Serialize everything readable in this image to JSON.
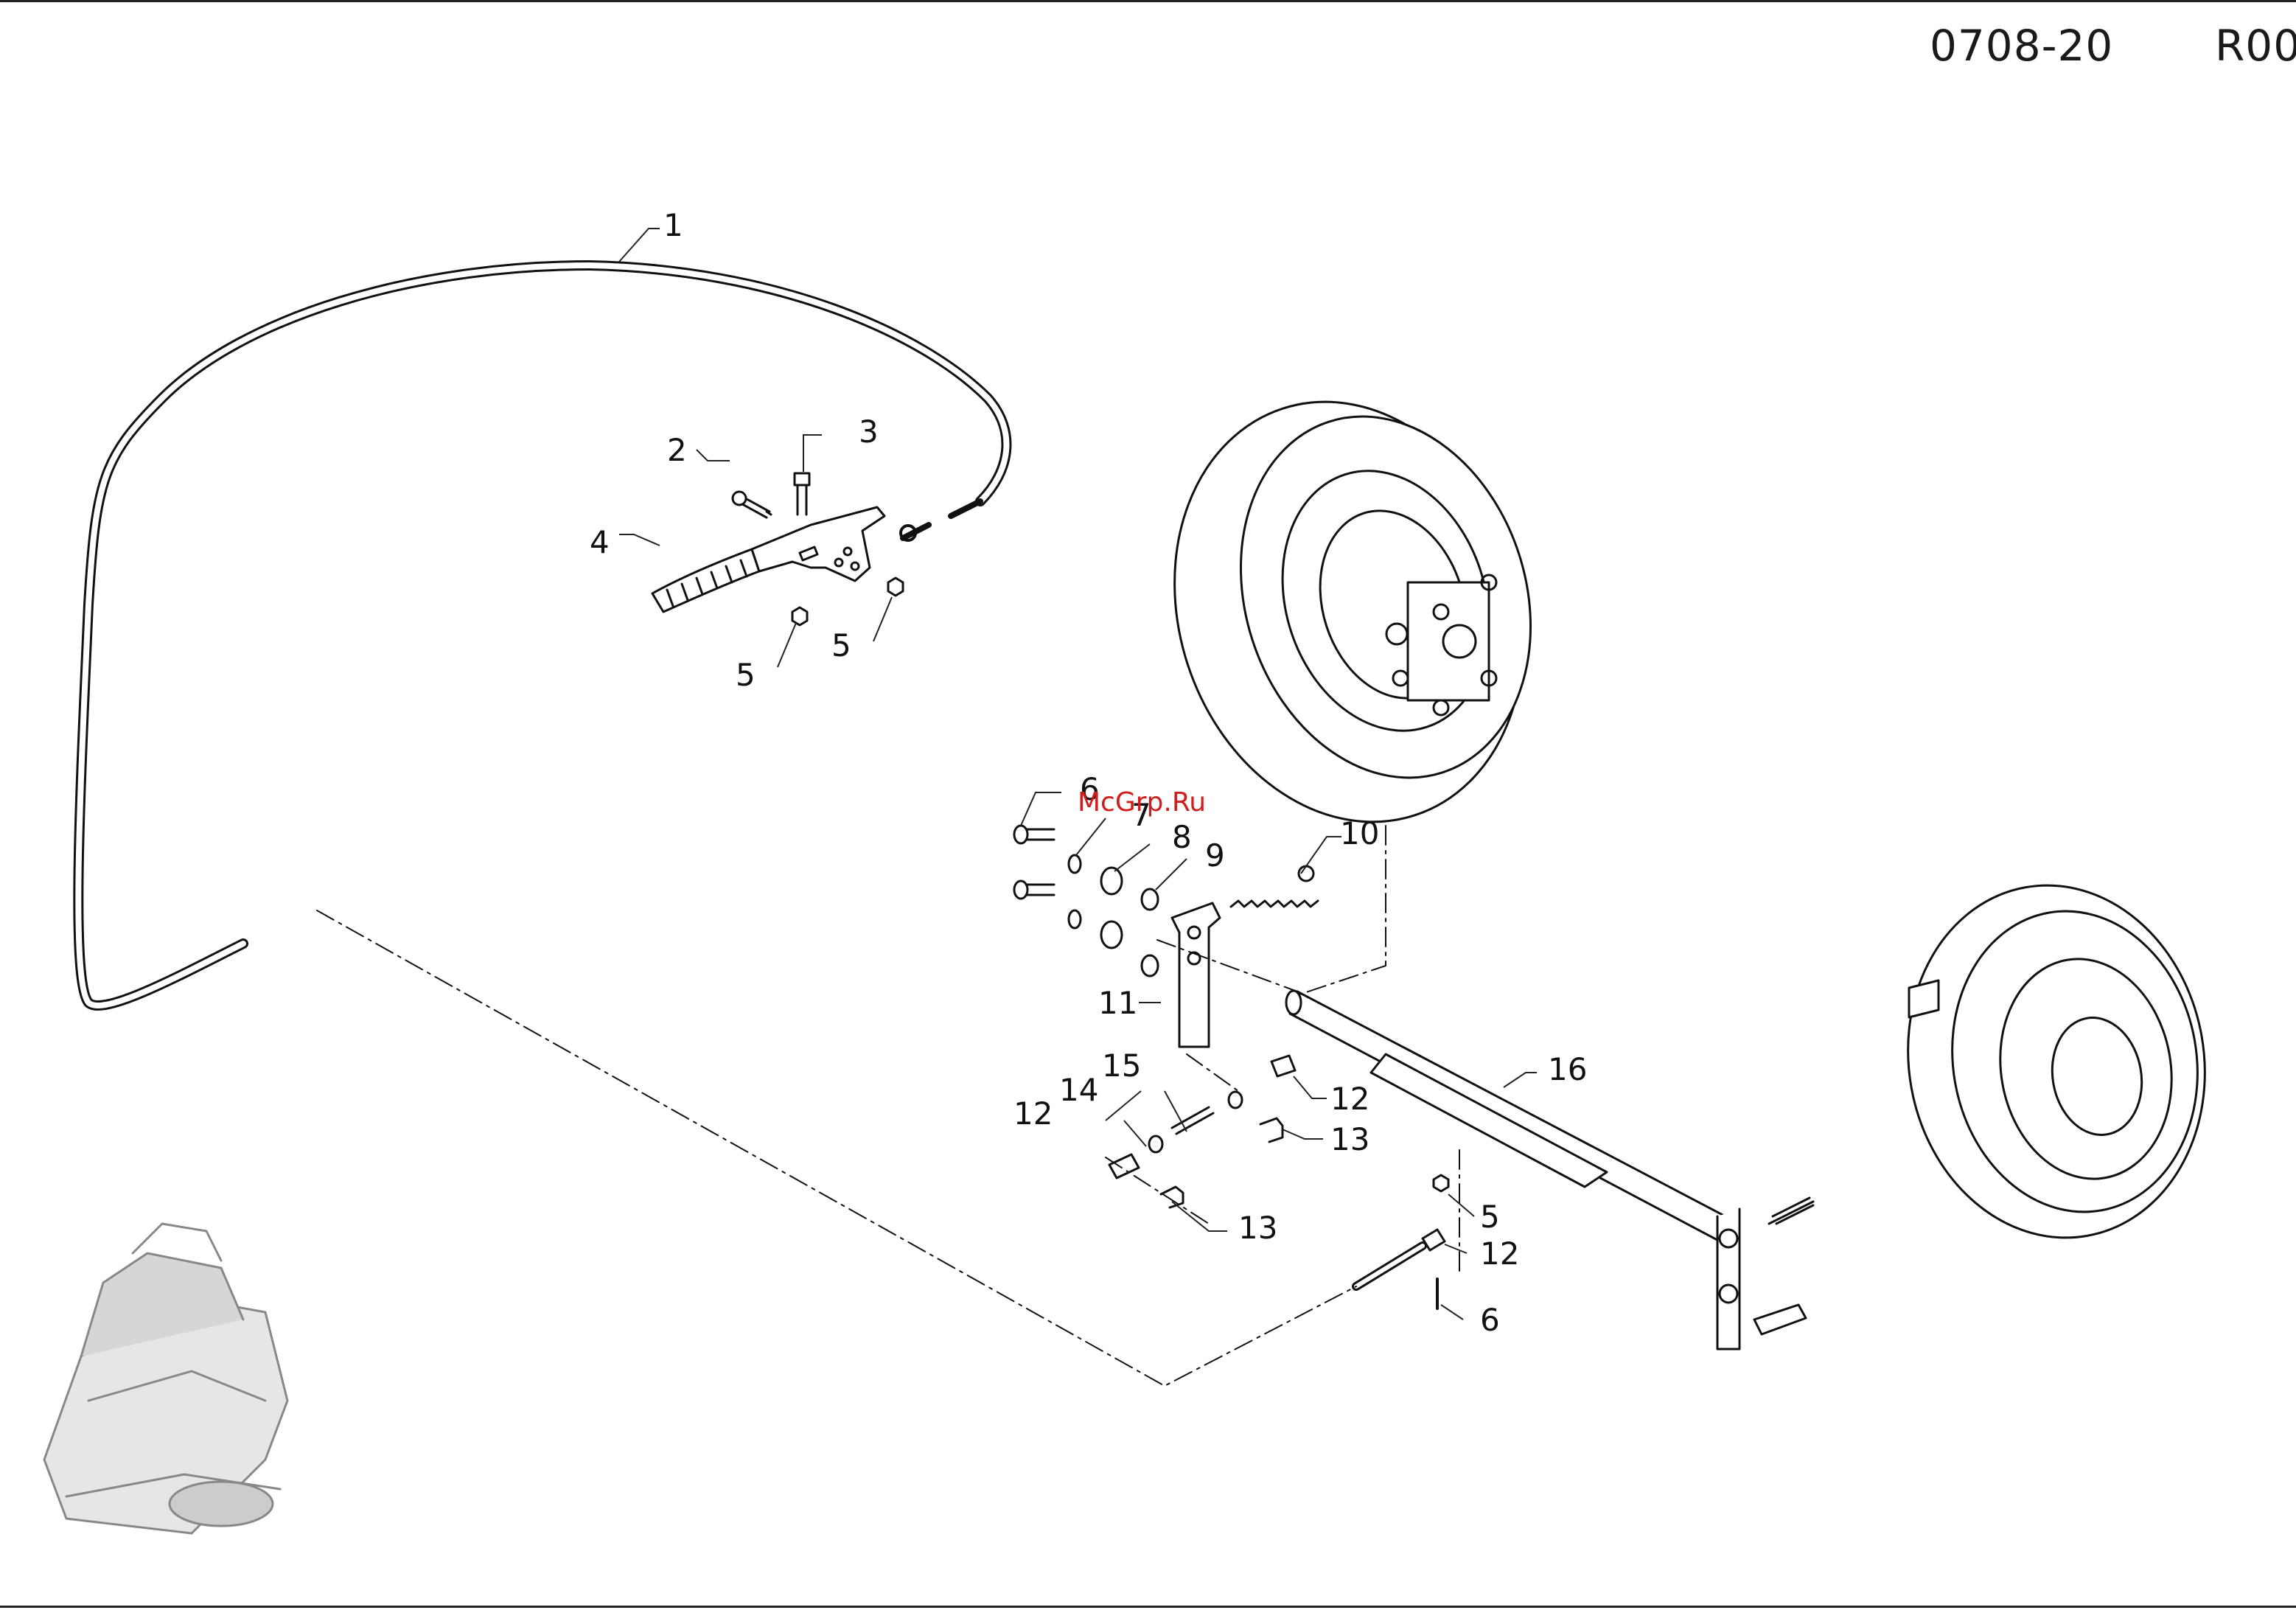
{
  "header": {
    "drawing_code": "0708-20",
    "revision": "R00"
  },
  "watermark": "McGrp.Ru",
  "callouts": [
    {
      "id": "c1",
      "label": "1"
    },
    {
      "id": "c2",
      "label": "2"
    },
    {
      "id": "c3",
      "label": "3"
    },
    {
      "id": "c4",
      "label": "4"
    },
    {
      "id": "c5a",
      "label": "5"
    },
    {
      "id": "c5b",
      "label": "5"
    },
    {
      "id": "c6a",
      "label": "6"
    },
    {
      "id": "c7",
      "label": "7"
    },
    {
      "id": "c8",
      "label": "8"
    },
    {
      "id": "c9",
      "label": "9"
    },
    {
      "id": "c10",
      "label": "10"
    },
    {
      "id": "c11",
      "label": "11"
    },
    {
      "id": "c12a",
      "label": "12"
    },
    {
      "id": "c13a",
      "label": "13"
    },
    {
      "id": "c15",
      "label": "15"
    },
    {
      "id": "c14",
      "label": "14"
    },
    {
      "id": "c12b",
      "label": "12"
    },
    {
      "id": "c13b",
      "label": "13"
    },
    {
      "id": "c16",
      "label": "16"
    },
    {
      "id": "c5c",
      "label": "5"
    },
    {
      "id": "c12c",
      "label": "12"
    },
    {
      "id": "c6b",
      "label": "6"
    }
  ]
}
